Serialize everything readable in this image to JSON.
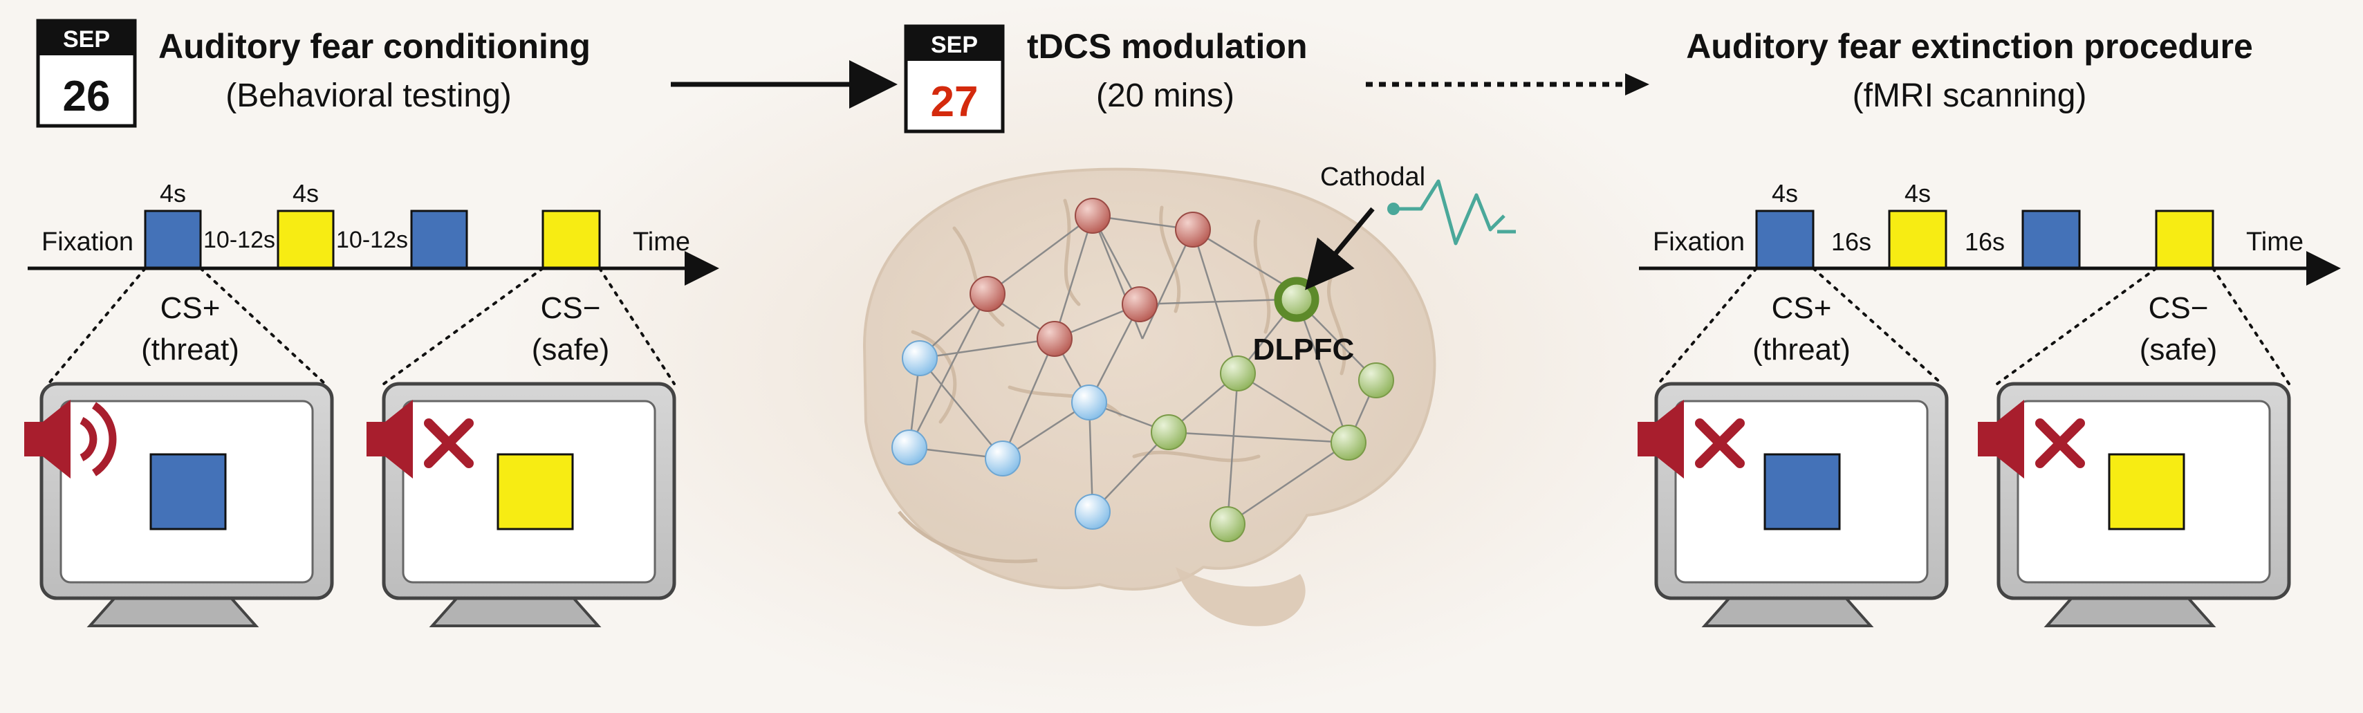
{
  "colors": {
    "cs_plus": "#4472b8",
    "cs_minus": "#f7ec13",
    "speaker": "#a81e2d",
    "date_highlight": "#d42a0d",
    "node_red": "#c0706a",
    "node_blue": "#a9d4f2",
    "node_green": "#a8c77a",
    "dlpfc_ring": "#5d8a2a",
    "cathodal_line": "#4aa89a"
  },
  "steps": [
    {
      "month": "SEP",
      "day": "26",
      "title": "Auditory fear conditioning",
      "subtitle": "(Behavioral testing)",
      "timeline": {
        "fixation": "Fixation",
        "time": "Time",
        "stim_duration_1": "4s",
        "stim_duration_2": "4s",
        "interval_1": "10-12s",
        "interval_2": "10-12s"
      },
      "panels": [
        {
          "label": "CS+",
          "sublabel": "(threat)",
          "sound": "speaker-on-icon",
          "square": "cs_plus"
        },
        {
          "label": "CS−",
          "sublabel": "(safe)",
          "sound": "speaker-muted-icon",
          "square": "cs_minus"
        }
      ]
    },
    {
      "month": "SEP",
      "day": "27",
      "title": "tDCS modulation",
      "subtitle": "(20 mins)",
      "electrode": "Cathodal",
      "region": "DLPFC"
    },
    {
      "title": "Auditory fear extinction procedure",
      "subtitle": "(fMRI scanning)",
      "timeline": {
        "fixation": "Fixation",
        "time": "Time",
        "stim_duration_1": "4s",
        "stim_duration_2": "4s",
        "interval_1": "16s",
        "interval_2": "16s"
      },
      "panels": [
        {
          "label": "CS+",
          "sublabel": "(threat)",
          "sound": "speaker-muted-icon",
          "square": "cs_plus"
        },
        {
          "label": "CS−",
          "sublabel": "(safe)",
          "sound": "speaker-muted-icon",
          "square": "cs_minus"
        }
      ]
    }
  ]
}
